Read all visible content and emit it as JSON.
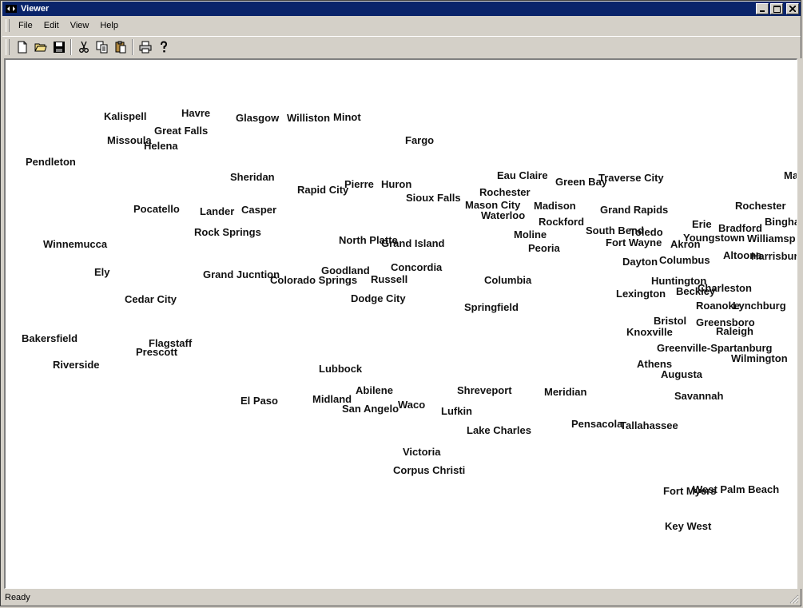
{
  "window": {
    "title": "Viewer"
  },
  "menu": {
    "items": [
      "File",
      "Edit",
      "View",
      "Help"
    ]
  },
  "toolbar": {
    "buttons": [
      "new-file-icon",
      "open-folder-icon",
      "save-icon",
      "cut-icon",
      "copy-icon",
      "paste-icon",
      "print-icon",
      "help-icon"
    ]
  },
  "map": {
    "cities": [
      "Kalispell",
      "Havre",
      "Glasgow",
      "Williston",
      "Minot",
      "Great Falls",
      "Missoula",
      "Helena",
      "Fargo",
      "Pendleton",
      "Sheridan",
      "Rapid City",
      "Pierre",
      "Huron",
      "Eau Claire",
      "Green Bay",
      "Traverse City",
      "Ma",
      "Sioux Falls",
      "Rochester",
      "Mason City",
      "Madison",
      "Waterloo",
      "Pocatello",
      "Lander",
      "Casper",
      "Grand Rapids",
      "Rochester",
      "Rockford",
      "Erie",
      "Bradford",
      "Bingha",
      "Winnemucca",
      "Rock Springs",
      "North Platte",
      "Grand Island",
      "Moline",
      "South Bend",
      "Toledo",
      "Fort Wayne",
      "Akron",
      "Youngstown",
      "Williamsp",
      "Peoria",
      "Altoona",
      "Harrisburg",
      "Ely",
      "Goodland",
      "Concordia",
      "Dayton",
      "Columbus",
      "Grand Jucntion",
      "Colorado Springs",
      "Russell",
      "Columbia",
      "Huntington",
      "Charleston",
      "Lexington",
      "Beckley",
      "Cedar City",
      "Dodge City",
      "Roanoke",
      "Lynchburg",
      "Springfield",
      "Bristol",
      "Knoxville",
      "Greensboro",
      "Raleigh",
      "Bakersfield",
      "Flagstaff",
      "Prescott",
      "Greenville-Spartanburg",
      "Wilmington",
      "Riverside",
      "Athens",
      "Lubbock",
      "Augusta",
      "Abilene",
      "Shreveport",
      "Meridian",
      "El Paso",
      "Midland",
      "Savannah",
      "Waco",
      "San Angelo",
      "Lufkin",
      "Pensacola",
      "Tallahassee",
      "Lake Charles",
      "Victoria",
      "Corpus Christi",
      "Fort Myers",
      "West Palm Beach",
      "Key West"
    ]
  },
  "status": {
    "text": "Ready"
  }
}
